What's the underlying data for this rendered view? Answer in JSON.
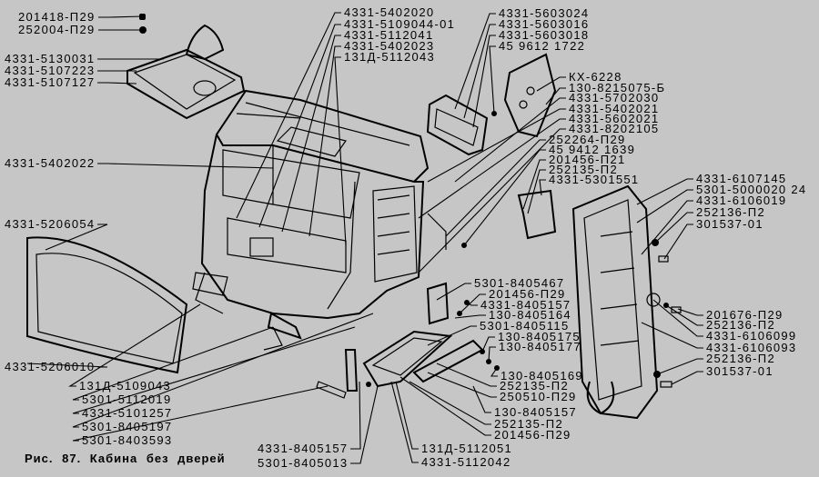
{
  "caption": "Рис. 87.  Кабина без дверей",
  "labels": {
    "l01": "201418-П29",
    "l02": "252004-П29",
    "l03": "4331-5130031",
    "l04": "4331-5107223",
    "l05": "4331-5107127",
    "l06": "4331-5402022",
    "l07": "4331-5206054",
    "l08": "4331-5206010",
    "l09": "131Д-5109043",
    "l10": "5301-5112019",
    "l11": "4331-5101257",
    "l12": "5301-8405197",
    "l13": "5301-8403593",
    "l14": "4331-8405157",
    "l15": "5301-8405013",
    "l16": "131Д-5112051",
    "l17": "4331-5112042",
    "l18": "4331-5402020",
    "l19": "4331-5109044-01",
    "l20": "4331-5112041",
    "l21": "4331-5402023",
    "l22": "131Д-5112043",
    "l23": "4331-5603024",
    "l24": "4331-5603016",
    "l25": "4331-5603018",
    "l26": "45 9612 1722",
    "l27": "КХ-6228",
    "l28": "130-8215075-Б",
    "l29": "4331-5702030",
    "l30": "4331-5402021",
    "l31": "4331-5602021",
    "l32": "4331-8202105",
    "l33": "252264-П29",
    "l34": "45 9412 1639",
    "l35": "201456-П21",
    "l36": "252135-П2",
    "l37": "4331-5301551",
    "l38": "4331-6107145",
    "l39": "5301-5000020 24",
    "l40": "4331-6106019",
    "l41": "252136-П2",
    "l42": "301537-01",
    "l43": "201676-П29",
    "l44": "252136-П2",
    "l45": "4331-6106099",
    "l46": "4331-6106093",
    "l47": "252136-П2",
    "l48": "301537-01",
    "l49": "5301-8405467",
    "l50": "201456-П29",
    "l51": "4331-8405157",
    "l52": "130-8405164",
    "l53": "5301-8405115",
    "l54": "130-8405175",
    "l55": "130-8405177",
    "l56": "130-8405169",
    "l57": "252135-П2",
    "l58": "250510-П29",
    "l59": "130-8405157",
    "l60": "252135-П2",
    "l61": "201456-П29"
  }
}
